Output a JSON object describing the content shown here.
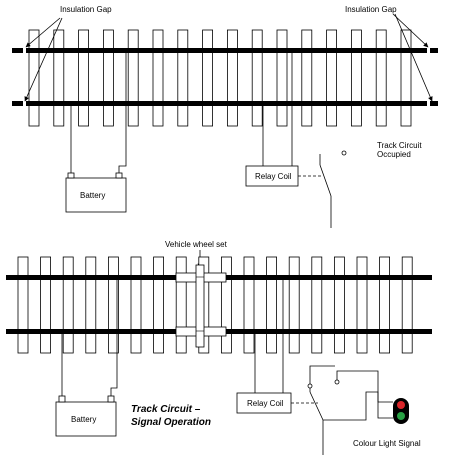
{
  "top": {
    "insulation_gap_left": "Insulation Gap",
    "insulation_gap_right": "Insulation Gap",
    "battery": "Battery",
    "relay_coil": "Relay Coil",
    "status_line1": "Track Circuit",
    "status_line2": "Occupied"
  },
  "bottom": {
    "wheel_set": "Vehicle wheel set",
    "battery": "Battery",
    "relay_coil": "Relay Coil",
    "caption_line1": "Track Circuit –",
    "caption_line2": "Signal Operation",
    "signal_label": "Colour Light Signal"
  },
  "colors": {
    "rail": "#000000",
    "signal_red": "#d9252a",
    "signal_green": "#27a043"
  }
}
